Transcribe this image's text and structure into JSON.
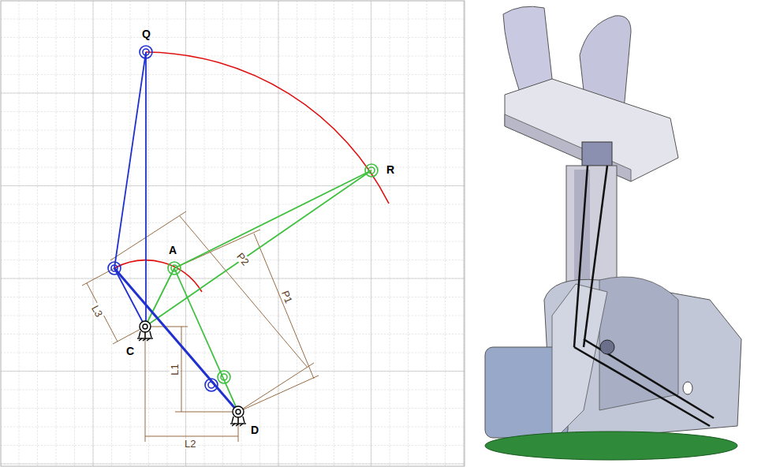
{
  "diagram": {
    "labels": [
      "Q",
      "R",
      "A",
      "C",
      "D",
      "L3",
      "L1",
      "L2",
      "P2",
      "P1"
    ]
  }
}
